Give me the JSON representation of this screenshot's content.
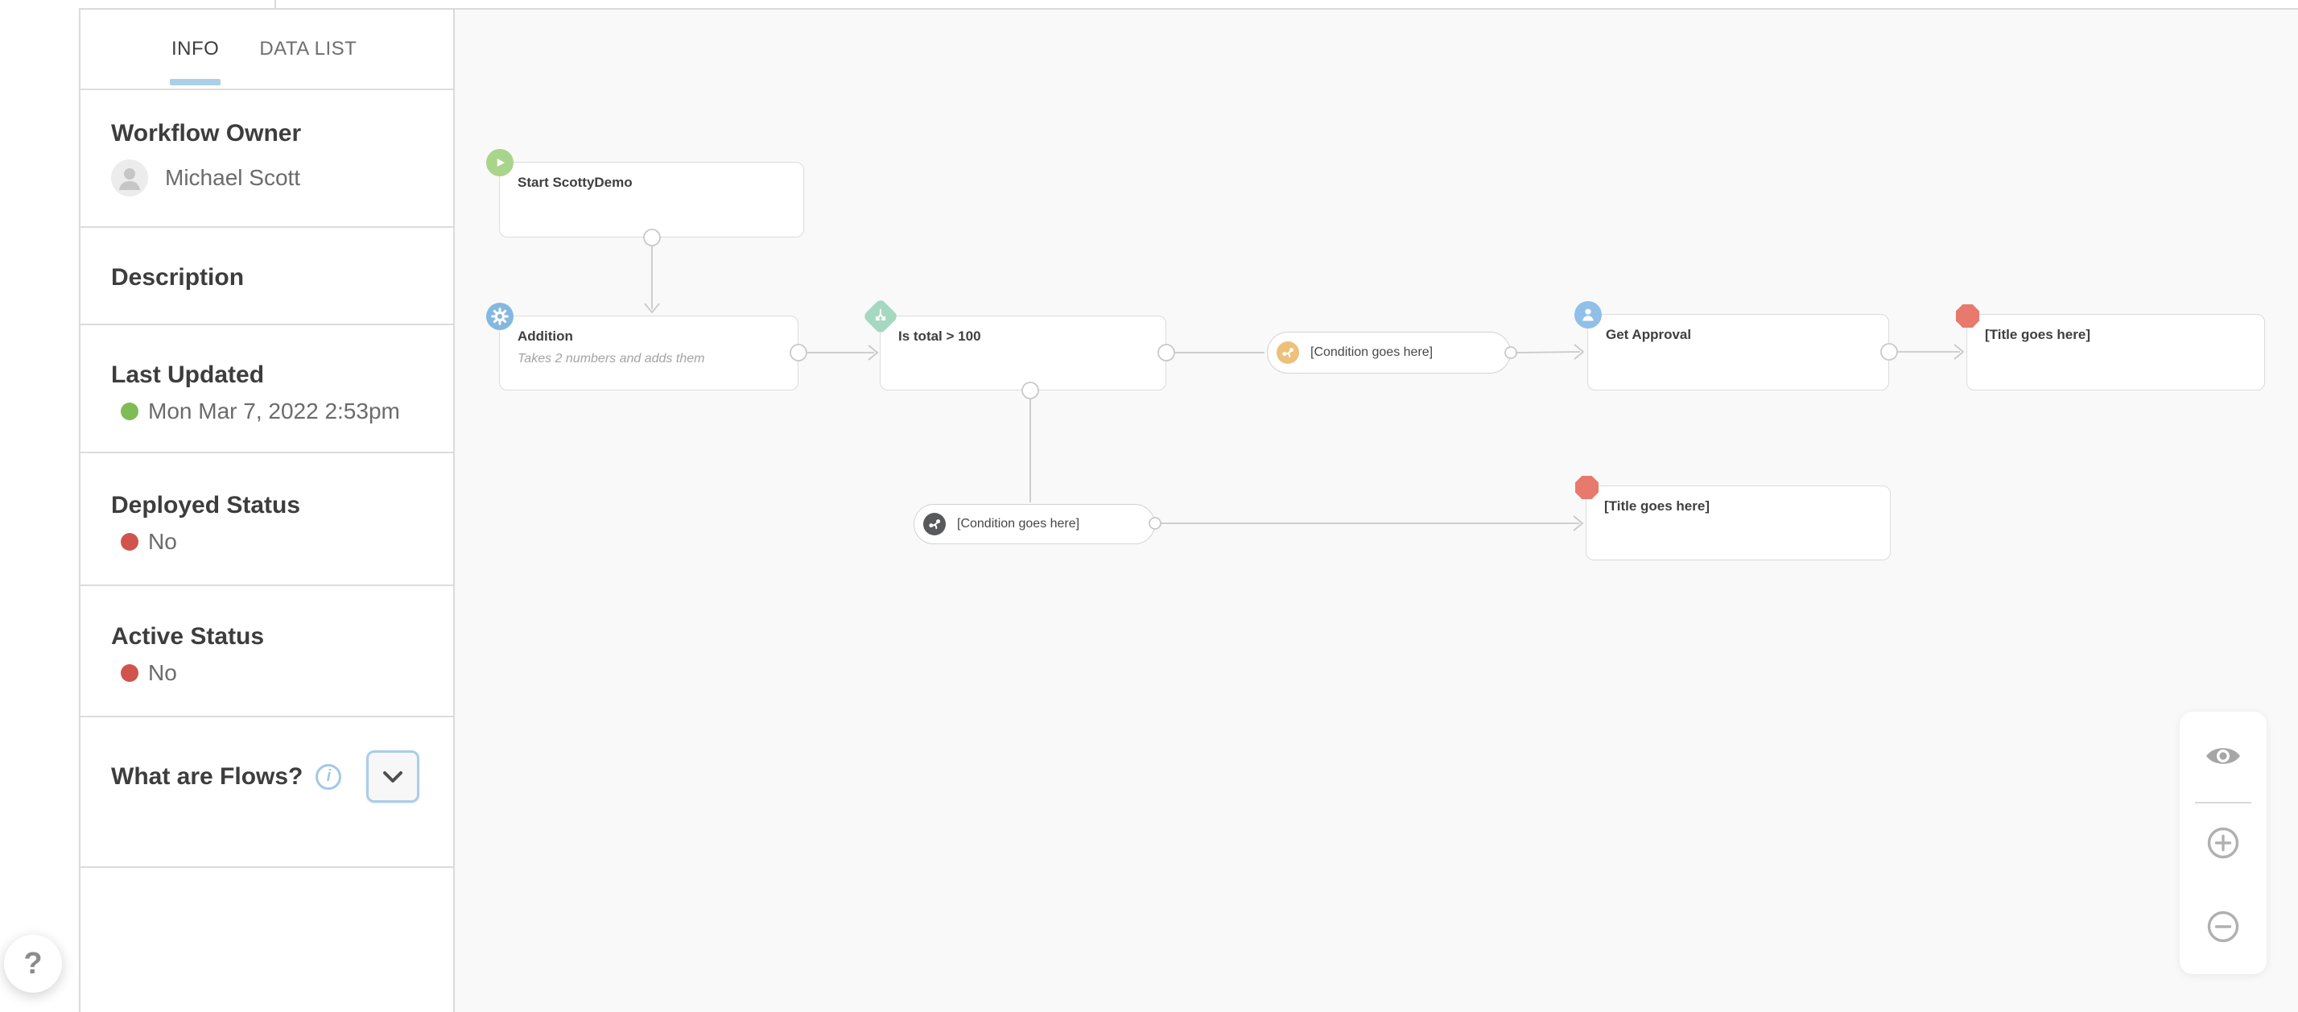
{
  "sidebar": {
    "tabs": [
      {
        "label": "INFO",
        "active": true
      },
      {
        "label": "DATA LIST",
        "active": false
      }
    ],
    "active_tab_underline_color": "#abcfe9",
    "workflow_owner": {
      "heading": "Workflow Owner",
      "value": "Michael Scott"
    },
    "description": {
      "heading": "Description",
      "value": ""
    },
    "last_updated": {
      "heading": "Last Updated",
      "value": "Mon Mar 7, 2022 2:53pm",
      "dot_color": "#7fbb57"
    },
    "deployed_status": {
      "heading": "Deployed Status",
      "value": "No",
      "dot_color": "#d0544c"
    },
    "active_status": {
      "heading": "Active Status",
      "value": "No",
      "dot_color": "#d0544c"
    },
    "what_are_flows": {
      "heading": "What are Flows?",
      "info_icon": "info-icon",
      "expand_icon": "chevron-down-icon"
    }
  },
  "canvas": {
    "background": "#f9f9f9",
    "edge_color": "#c9c9c9",
    "nodes": [
      {
        "id": "start",
        "title": "Start ScottyDemo",
        "icon": "play-icon",
        "badge_shape": "circle",
        "badge_color": "#a9d48b"
      },
      {
        "id": "addition",
        "title": "Addition",
        "subtitle": "Takes 2 numbers and adds them",
        "icon": "gear-icon",
        "badge_shape": "circle",
        "badge_color": "#85b8e0"
      },
      {
        "id": "is-total",
        "title": "Is total > 100",
        "icon": "branch-split-icon",
        "badge_shape": "diamond",
        "badge_color": "#a5d8c0"
      },
      {
        "id": "get-approval",
        "title": "Get Approval",
        "icon": "person-icon",
        "badge_shape": "circle",
        "badge_color": "#90bfe7"
      },
      {
        "id": "title-placeholder-1",
        "title": "[Title goes here]",
        "icon": "stop-octagon-icon",
        "badge_shape": "octagon",
        "badge_color": "#e8796d"
      },
      {
        "id": "title-placeholder-2",
        "title": "[Title goes here]",
        "icon": "stop-octagon-icon",
        "badge_shape": "octagon",
        "badge_color": "#e8796d"
      }
    ],
    "pills": [
      {
        "id": "condition-true",
        "label": "[Condition goes here]",
        "icon": "branch-rule-icon",
        "icon_color": "#ebc17b"
      },
      {
        "id": "condition-false",
        "label": "[Condition goes here]",
        "icon": "branch-rule-icon",
        "icon_color": "#58595b"
      }
    ]
  },
  "controls": {
    "preview": "eye-icon",
    "zoom_in": "plus-icon",
    "zoom_out": "minus-icon"
  },
  "help": {
    "label": "?"
  }
}
